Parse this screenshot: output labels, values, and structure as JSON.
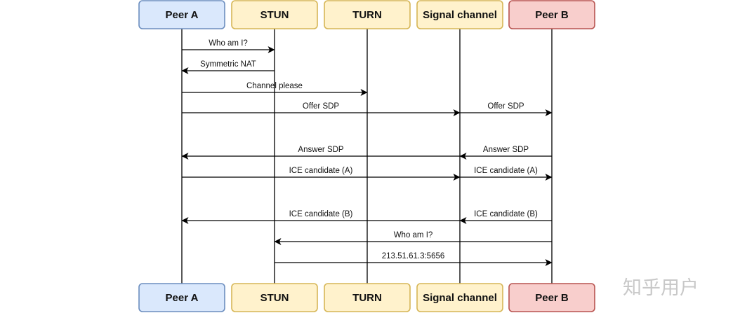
{
  "actors": [
    {
      "id": "peerA",
      "label": "Peer A",
      "fill": "#dae8fc",
      "stroke": "#6c8ebf"
    },
    {
      "id": "stun",
      "label": "STUN",
      "fill": "#fff2cc",
      "stroke": "#d6b656"
    },
    {
      "id": "turn",
      "label": "TURN",
      "fill": "#fff2cc",
      "stroke": "#d6b656"
    },
    {
      "id": "signal",
      "label": "Signal channel",
      "fill": "#fff2cc",
      "stroke": "#d6b656"
    },
    {
      "id": "peerB",
      "label": "Peer B",
      "fill": "#f8cecc",
      "stroke": "#b85450"
    }
  ],
  "messages": [
    {
      "from": "peerA",
      "to": "stun",
      "label": "Who am I?"
    },
    {
      "from": "stun",
      "to": "peerA",
      "label": "Symmetric NAT"
    },
    {
      "from": "peerA",
      "to": "turn",
      "label": "Channel please"
    },
    {
      "from": "peerA",
      "to": "signal",
      "label": "Offer SDP"
    },
    {
      "from": "signal",
      "to": "peerB",
      "label": "Offer SDP"
    },
    {
      "from": "signal",
      "to": "peerA",
      "label": "Answer SDP"
    },
    {
      "from": "peerB",
      "to": "signal",
      "label": "Answer SDP"
    },
    {
      "from": "peerA",
      "to": "signal",
      "label": "ICE candidate (A)"
    },
    {
      "from": "signal",
      "to": "peerB",
      "label": "ICE candidate (A)"
    },
    {
      "from": "signal",
      "to": "peerA",
      "label": "ICE candidate (B)"
    },
    {
      "from": "peerB",
      "to": "signal",
      "label": "ICE candidate (B)"
    },
    {
      "from": "peerB",
      "to": "stun",
      "label": "Who am I?"
    },
    {
      "from": "stun",
      "to": "peerB",
      "label": "213.51.61.3:5656"
    }
  ],
  "watermark": "知乎用户"
}
